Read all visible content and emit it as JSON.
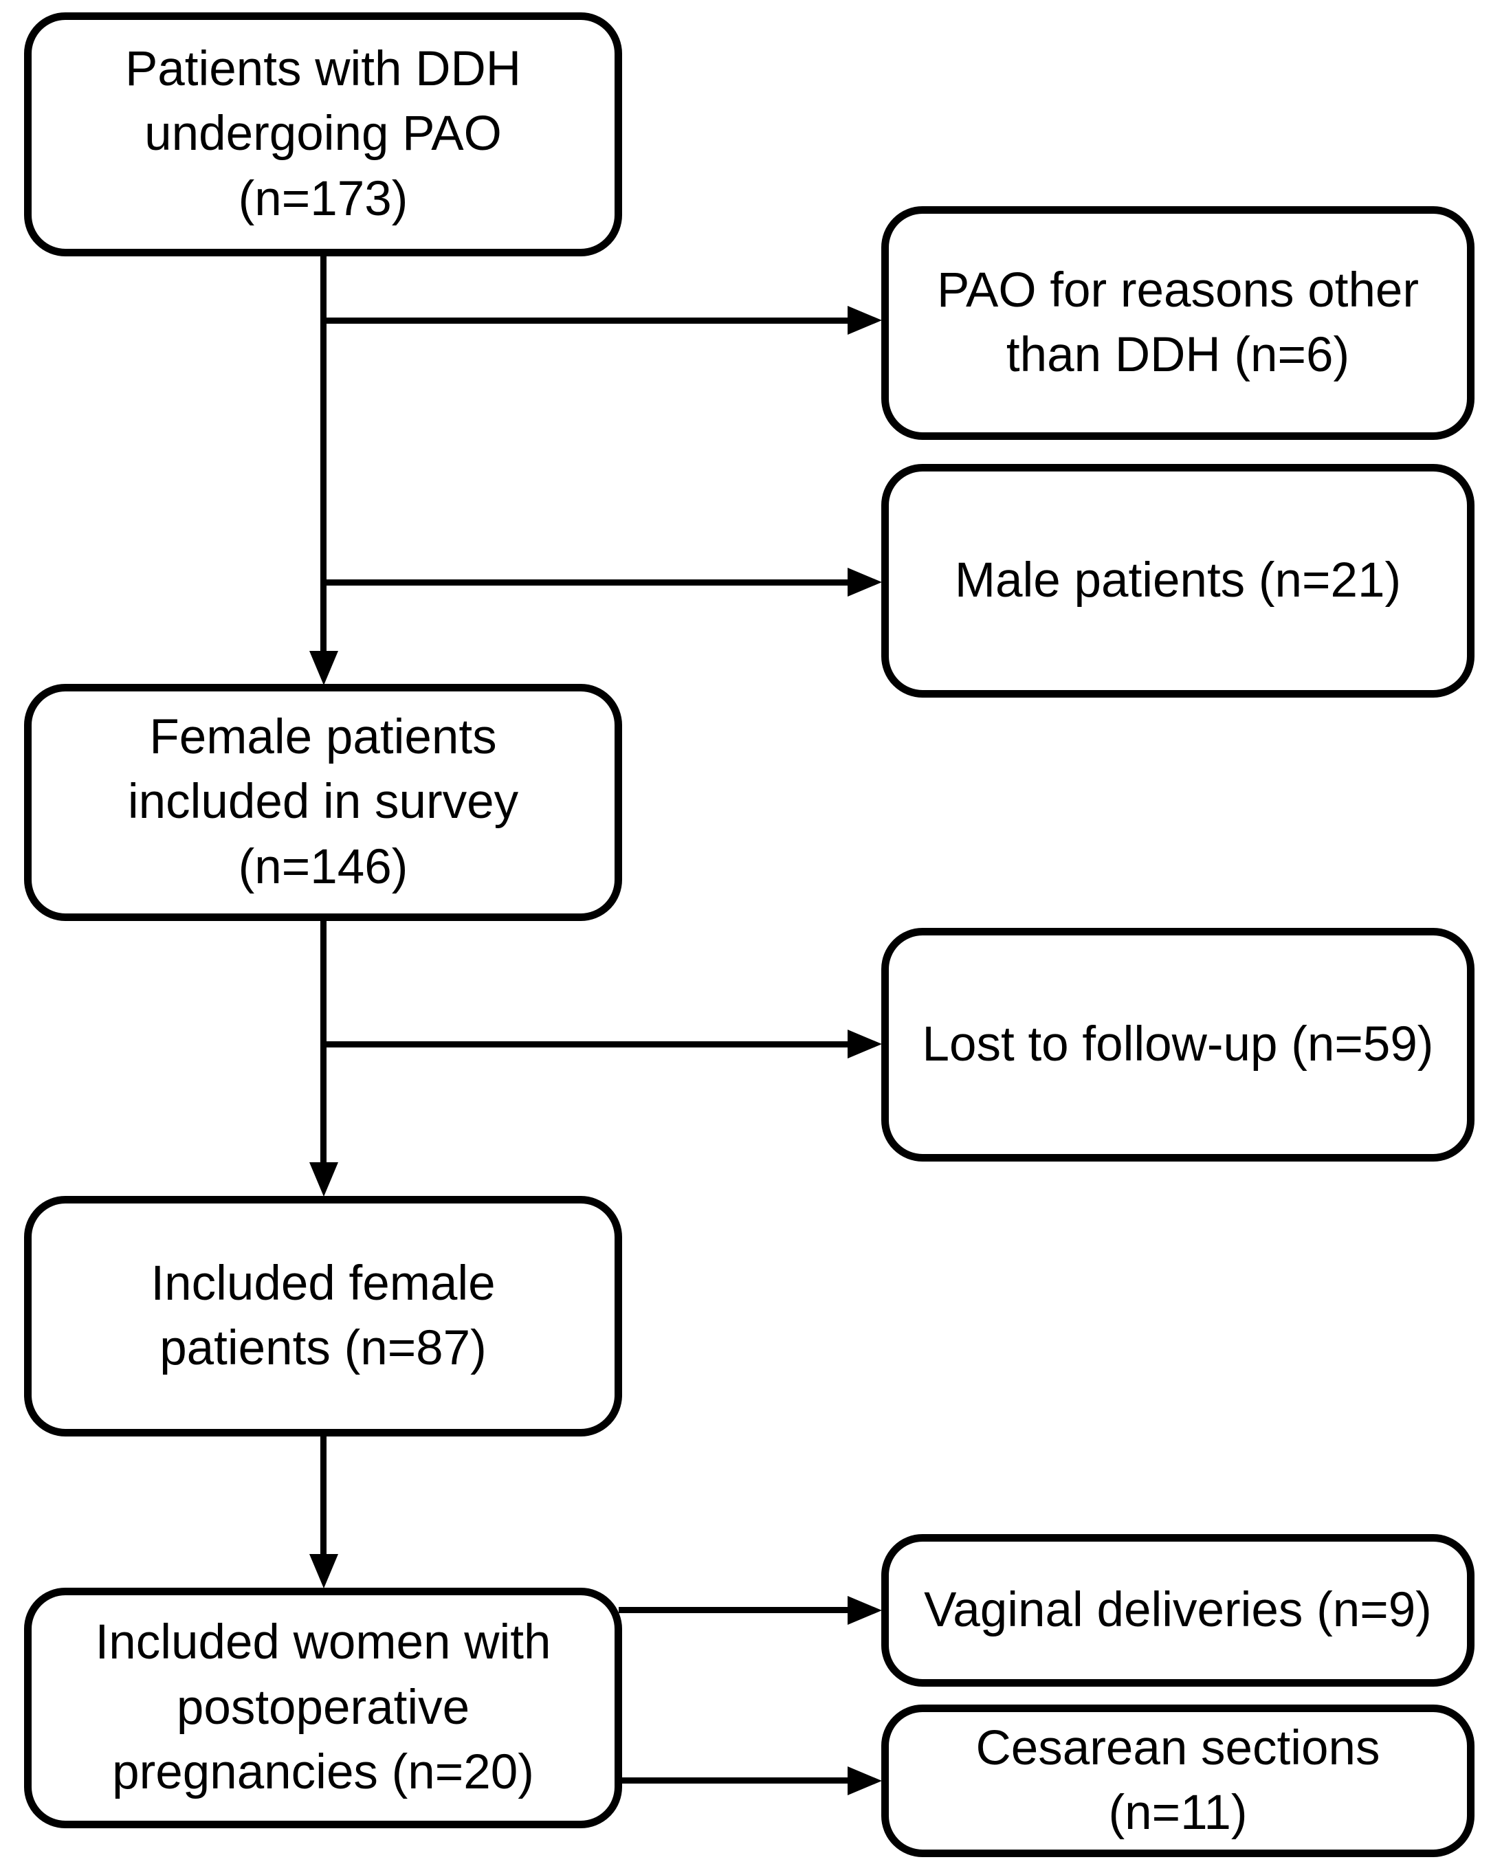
{
  "flowchart": {
    "colors": {
      "background": "#ffffff",
      "box_fill": "#ffffff",
      "box_border": "#000000",
      "text": "#000000",
      "connector": "#000000"
    },
    "boxes": [
      {
        "id": "patients-ddh-pao",
        "column": "main",
        "lines": [
          "Patients with DDH",
          "undergoing PAO",
          "(n=173)"
        ]
      },
      {
        "id": "female-patients-survey",
        "column": "main",
        "lines": [
          "Female patients",
          "included in survey",
          "(n=146)"
        ]
      },
      {
        "id": "included-female-patients",
        "column": "main",
        "lines": [
          "Included female",
          "patients (n=87)"
        ]
      },
      {
        "id": "included-women-postop",
        "column": "main",
        "lines": [
          "Included women with",
          "postoperative",
          "pregnancies (n=20)"
        ]
      },
      {
        "id": "pao-other-reasons",
        "column": "branch",
        "lines": [
          "PAO for reasons other",
          "than DDH (n=6)"
        ]
      },
      {
        "id": "male-patients",
        "column": "branch",
        "lines": [
          "Male patients (n=21)"
        ]
      },
      {
        "id": "lost-to-follow-up",
        "column": "branch",
        "lines": [
          "Lost to follow-up (n=59)"
        ]
      },
      {
        "id": "vaginal-deliveries",
        "column": "branch",
        "lines": [
          "Vaginal deliveries (n=9)"
        ]
      },
      {
        "id": "cesarean-sections",
        "column": "branch",
        "lines": [
          "Cesarean sections",
          "(n=11)"
        ]
      }
    ]
  }
}
